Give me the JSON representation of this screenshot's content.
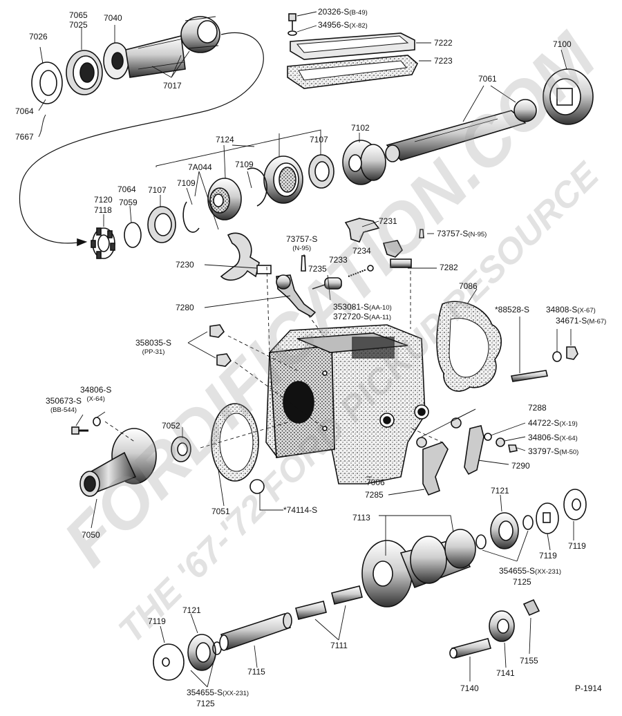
{
  "diagram_id": "P-1914",
  "watermark": {
    "line1": "FORDIFICATION.COM",
    "line2": "THE '67-'72 FORD PICKUP RESOURCE"
  },
  "parts": {
    "p7026": "7026",
    "p7065": "7065",
    "p7025": "7025",
    "p7040": "7040",
    "p7017": "7017",
    "p7064a": "7064",
    "p7667": "7667",
    "p20326": "20326-S",
    "p20326c": "(B-49)",
    "p34956": "34956-S",
    "p34956c": "(X-82)",
    "p7222": "7222",
    "p7223": "7223",
    "p7100": "7100",
    "p7061": "7061",
    "p7124": "7124",
    "p7107a": "7107",
    "p7102": "7102",
    "p7A044": "7A044",
    "p7109a": "7109",
    "p7064b": "7064",
    "p7107b": "7107",
    "p7109b": "7109",
    "p7120": "7120",
    "p7118": "7118",
    "p7059": "7059",
    "p7231": "7231",
    "p73757a": "73757-S",
    "p73757ac": "(N-95)",
    "p73757b": "73757-S",
    "p73757bc": "(N-95)",
    "p7234": "7234",
    "p7233": "7233",
    "p7235": "7235",
    "p7230": "7230",
    "p7282": "7282",
    "p7086": "7086",
    "p7280": "7280",
    "p353081": "353081-S",
    "p353081c": "(AA-10)",
    "p372720": "372720-S",
    "p372720c": "(AA-11)",
    "p88528": "88528-S",
    "p34808": "34808-S",
    "p34808c": "(X-67)",
    "p34671": "34671-S",
    "p34671c": "(M-67)",
    "p358035": "358035-S",
    "p358035c": "(PP-31)",
    "p34806a": "34806-S",
    "p34806ac": "(X-64)",
    "p350673": "350673-S",
    "p350673c": "(BB-544)",
    "p7052": "7052",
    "p7288": "7288",
    "p44722": "44722-S",
    "p44722c": "(X-19)",
    "p34806b": "34806-S",
    "p34806bc": "(X-64)",
    "p33797": "33797-S",
    "p33797c": "(M-50)",
    "p7290": "7290",
    "p7006": "7006",
    "p7285": "7285",
    "p7051": "7051",
    "p74114": "74114-S",
    "p7050": "7050",
    "p7121a": "7121",
    "p7113": "7113",
    "p7119a": "7119",
    "p7119b": "7119",
    "p354655a": "354655-S",
    "p354655ac": "(XX-231)",
    "p7125a": "7125",
    "p7119c": "7119",
    "p7121b": "7121",
    "p7111": "7111",
    "p7115": "7115",
    "p354655b": "354655-S",
    "p354655bc": "(XX-231)",
    "p7125b": "7125",
    "p7155": "7155",
    "p7140": "7140",
    "p7141": "7141"
  }
}
